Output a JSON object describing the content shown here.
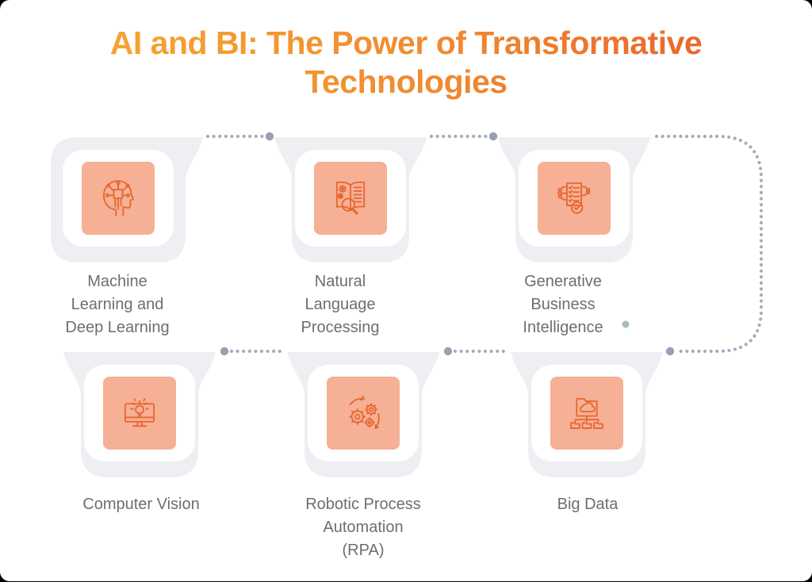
{
  "title": "AI and BI: The Power of Transformative Technologies",
  "colors": {
    "title_gradient_start": "#F6A832",
    "title_gradient_end": "#E8612C",
    "card_background": "#EDEFF3",
    "icon_tile_background": "#F5B096",
    "icon_stroke": "#E8662D",
    "label_text": "#6B6E74",
    "connector_dots": "#A6ABBD",
    "terminal_dot": "#9AA0B4",
    "end_marker_dot": "#A9BDB0"
  },
  "cards": [
    {
      "id": "machine-learning",
      "icon": "head-circuit-icon",
      "label": "Machine\nLearning and\nDeep Learning"
    },
    {
      "id": "nlp",
      "icon": "book-magnifier-icon",
      "label": "Natural\nLanguage\nProcessing"
    },
    {
      "id": "generative-bi",
      "icon": "document-circuit-check-icon",
      "label": "Generative\nBusiness\nIntelligence"
    },
    {
      "id": "computer-vision",
      "icon": "monitor-bulb-icon",
      "label": "Computer Vision"
    },
    {
      "id": "rpa",
      "icon": "gears-arrows-icon",
      "label": "Robotic Process\nAutomation\n(RPA)"
    },
    {
      "id": "big-data",
      "icon": "folder-cloud-network-icon",
      "label": "Big Data"
    }
  ]
}
